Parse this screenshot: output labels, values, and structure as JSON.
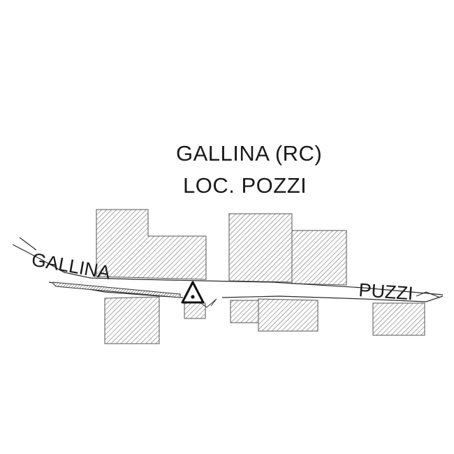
{
  "title": {
    "line1": "GALLINA (RC)",
    "line2": "LOC. POZZI"
  },
  "labels": {
    "west": "GALLINA",
    "east": "PUZZI"
  },
  "markers": [
    {
      "icon": "survey-triangle-icon"
    }
  ],
  "colors": {
    "ink": "#1a1a1a",
    "hatch": "#666666",
    "background": "#ffffff"
  }
}
